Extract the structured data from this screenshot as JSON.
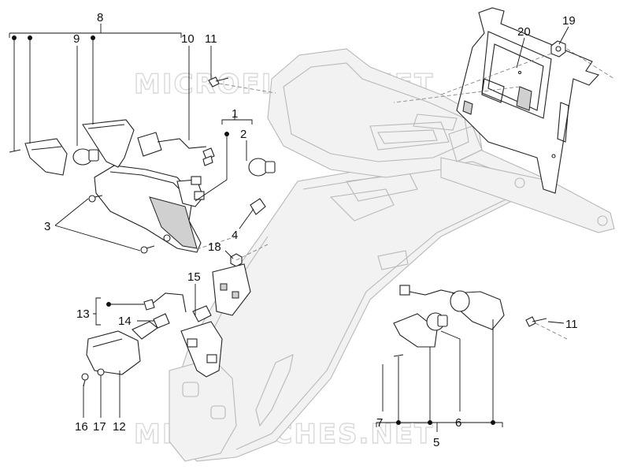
{
  "watermark": [
    "MICROFICHES.NET",
    "MICROFICHES.NET"
  ],
  "callouts": {
    "n1": "1",
    "n2": "2",
    "n3": "3",
    "n4": "4",
    "n5": "5",
    "n6": "6",
    "n7": "7",
    "n8": "8",
    "n9": "9",
    "n10": "10",
    "n11a": "11",
    "n11b": "11",
    "n12": "12",
    "n13": "13",
    "n14": "14",
    "n15": "15",
    "n16": "16",
    "n17": "17",
    "n18": "18",
    "n19": "19",
    "n20": "20"
  }
}
